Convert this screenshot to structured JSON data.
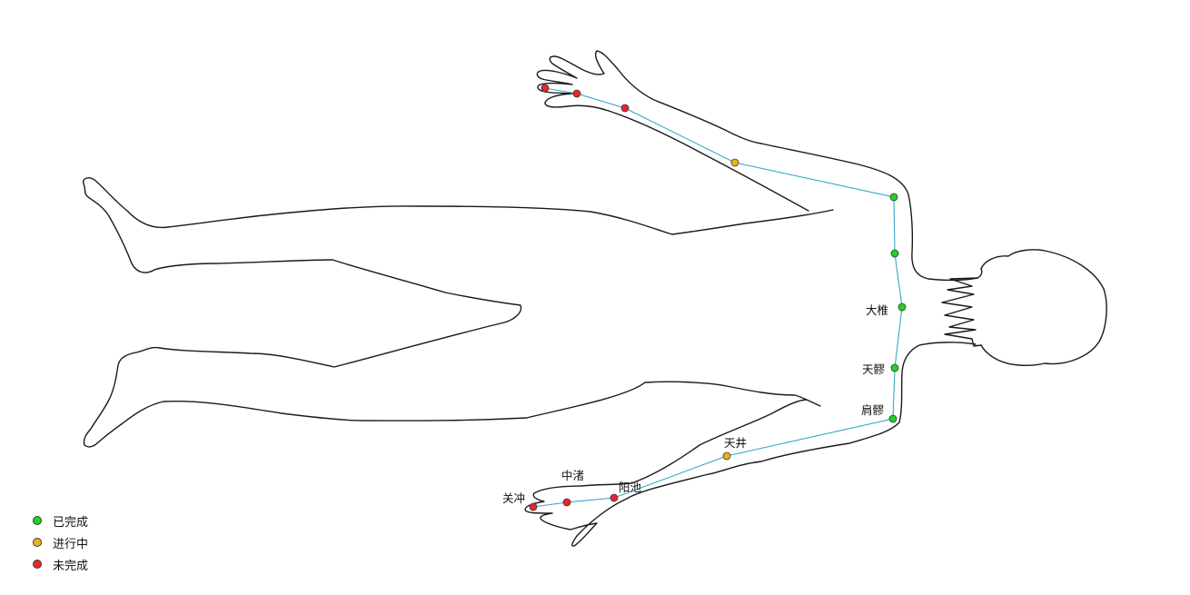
{
  "colors": {
    "done": "#22d322",
    "in_progress": "#f0b116",
    "todo": "#e8262b",
    "meridian": "#35a7c8"
  },
  "legend": [
    {
      "status": "done",
      "label": "已完成"
    },
    {
      "status": "in_progress",
      "label": "进行中"
    },
    {
      "status": "todo",
      "label": "未完成"
    }
  ],
  "points": [
    {
      "id": "p-upper-finger-tip",
      "status": "todo",
      "label": ""
    },
    {
      "id": "p-upper-finger-base",
      "status": "todo",
      "label": ""
    },
    {
      "id": "p-upper-wrist",
      "status": "todo",
      "label": ""
    },
    {
      "id": "p-upper-elbow",
      "status": "in_progress",
      "label": ""
    },
    {
      "id": "p-upper-shoulder",
      "status": "done",
      "label": ""
    },
    {
      "id": "p-upper-shoulder-2",
      "status": "done",
      "label": ""
    },
    {
      "id": "p-dazhui",
      "status": "done",
      "label": "大椎"
    },
    {
      "id": "p-tianliao",
      "status": "done",
      "label": "天髎"
    },
    {
      "id": "p-jianliao",
      "status": "done",
      "label": "肩髎"
    },
    {
      "id": "p-tianjing",
      "status": "in_progress",
      "label": "天井"
    },
    {
      "id": "p-yangchi",
      "status": "todo",
      "label": "阳池"
    },
    {
      "id": "p-zhongzhu",
      "status": "todo",
      "label": "中渚"
    },
    {
      "id": "p-guanchong",
      "status": "todo",
      "label": "关冲"
    }
  ]
}
